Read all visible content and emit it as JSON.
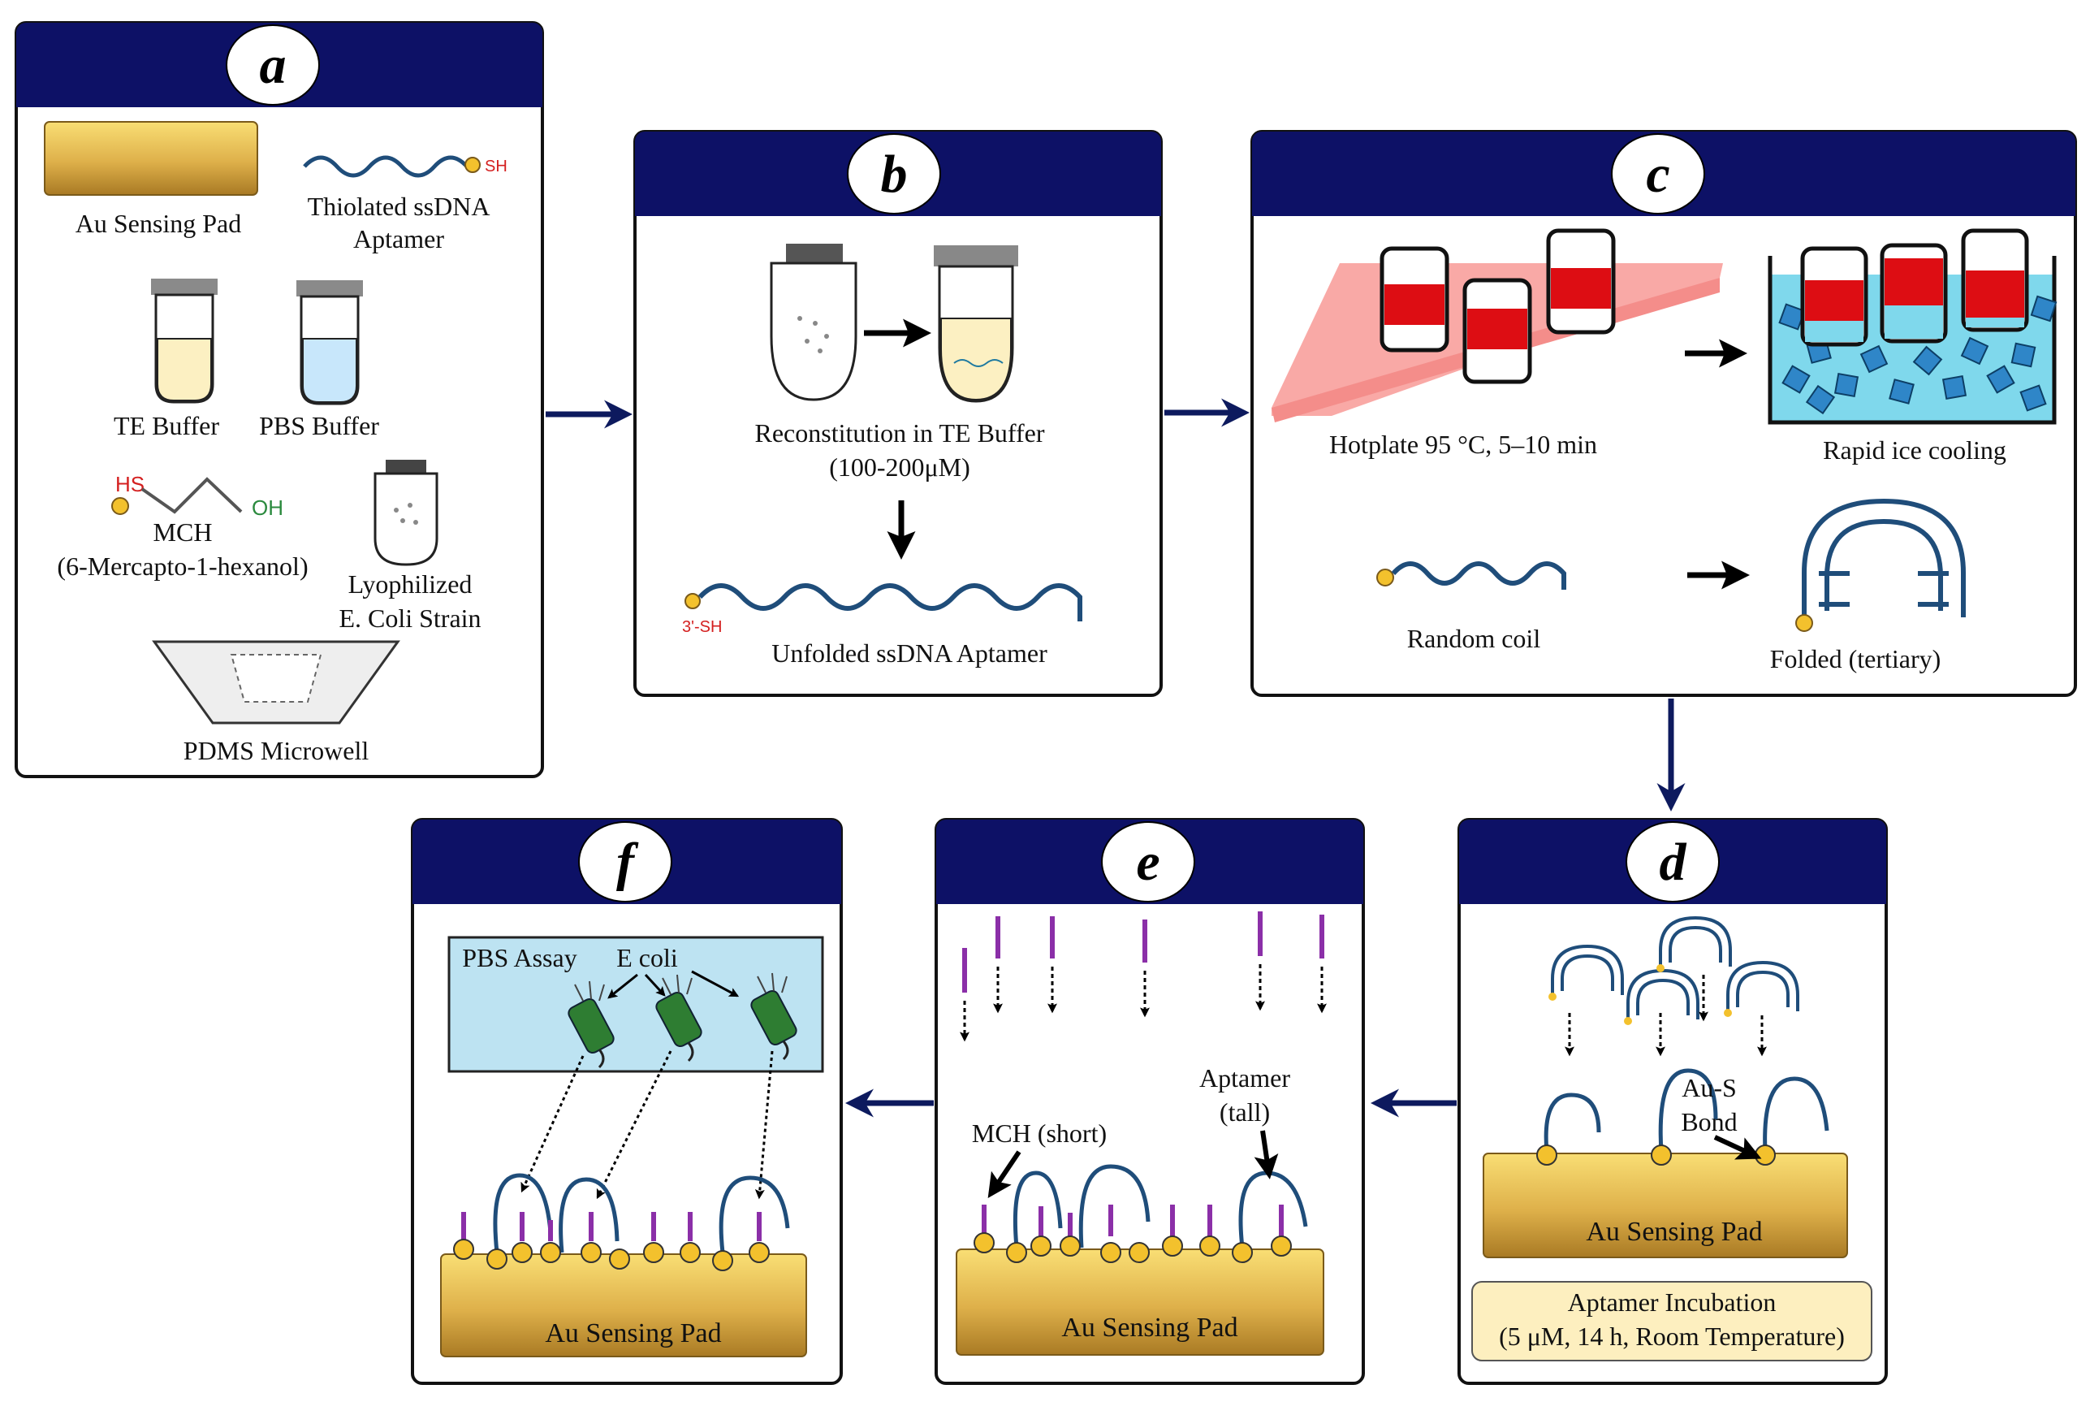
{
  "colors": {
    "header": "#0d1166",
    "arrow": "#0d1a5e",
    "gold_light": "#f7da6e",
    "gold_dark": "#b8862c",
    "dna": "#1f4d7a",
    "mch": "#8b2fa8",
    "thiol": "#f3c12d",
    "sh_red": "#d42020",
    "oh_green": "#2b8a3e",
    "hot_red": "#dd0d13",
    "hotplate": "#f9a9a6",
    "ice_water": "#7fd8ec",
    "ice_cube": "#2f86c8",
    "assay_bg": "#bde3f2",
    "bacteria": "#2e7d32",
    "note_bg": "#fdefbf"
  },
  "panels": {
    "a": {
      "letter": "a",
      "au_pad": "Au Sensing  Pad",
      "ssdna_line1": "Thiolated ssDNA",
      "ssdna_line2": "Aptamer",
      "sh": "SH",
      "te_buffer": "TE Buffer",
      "pbs_buffer": "PBS Buffer",
      "hs": "HS",
      "oh": "OH",
      "mch_line1": "MCH",
      "mch_line2": "(6-Mercapto-1-hexanol)",
      "lyo_line1": "Lyophilized",
      "lyo_line2": "E. Coli Strain",
      "pdms": "PDMS Microwell"
    },
    "b": {
      "letter": "b",
      "recon_line1": "Reconstitution in TE Buffer",
      "recon_line2": "(100-200μM)",
      "sh_label": "3'-SH",
      "unfolded": "Unfolded ssDNA Aptamer"
    },
    "c": {
      "letter": "c",
      "hotplate": "Hotplate 95 °C, 5–10 min",
      "ice": "Rapid ice cooling",
      "random_coil": "Random coil",
      "folded": "Folded (tertiary)"
    },
    "d": {
      "letter": "d",
      "au_s_line1": "Au-S",
      "au_s_line2": "Bond",
      "pad": "Au Sensing  Pad",
      "incubation_line1": "Aptamer Incubation",
      "incubation_line2": "(5 μM, 14 h, Room Temperature)"
    },
    "e": {
      "letter": "e",
      "aptamer_line1": "Aptamer",
      "aptamer_line2": "(tall)",
      "mch": "MCH (short)",
      "pad": "Au Sensing  Pad"
    },
    "f": {
      "letter": "f",
      "assay": "PBS Assay",
      "ecoli": "E coli",
      "pad": "Au Sensing  Pad"
    }
  }
}
